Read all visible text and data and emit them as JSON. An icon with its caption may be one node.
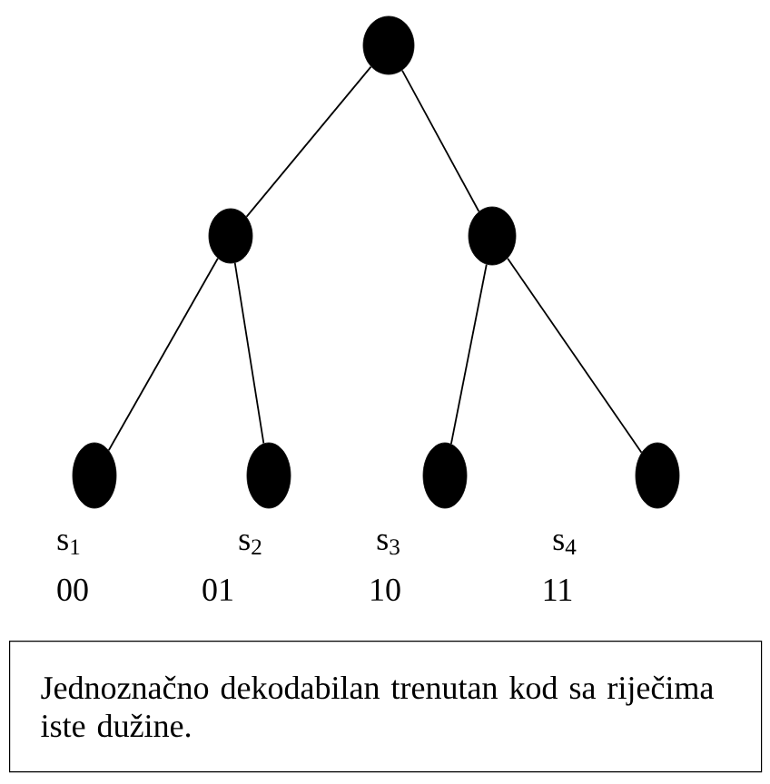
{
  "diagram": {
    "nodes": [
      {
        "text": [],
        "shape": "circle"
      },
      {
        "text": [],
        "shape": "circle"
      },
      {
        "text": [],
        "shape": "circle"
      },
      {
        "text": [],
        "shape": "circle"
      },
      {
        "text": [],
        "shape": "circle"
      },
      {
        "text": [],
        "shape": "circle"
      },
      {
        "text": [],
        "shape": "circle"
      },
      {
        "text": [
          "Jednoznačno dekodabilan trenutan kod sa riječima iste dužine."
        ]
      }
    ],
    "edges": [
      {
        "from": 0,
        "to": 1,
        "arrow": "none"
      },
      {
        "from": 0,
        "to": 2,
        "arrow": "none"
      },
      {
        "from": 1,
        "to": 3,
        "arrow": "none"
      },
      {
        "from": 1,
        "to": 4,
        "arrow": "none"
      },
      {
        "from": 2,
        "to": 5,
        "arrow": "none"
      },
      {
        "from": 2,
        "to": 6,
        "arrow": "none"
      }
    ],
    "labels": [
      "s$_{1}$",
      "s$_{2}$",
      "s$_{3}$",
      "s$_{4}$",
      "00",
      "01",
      "10",
      "11"
    ]
  }
}
